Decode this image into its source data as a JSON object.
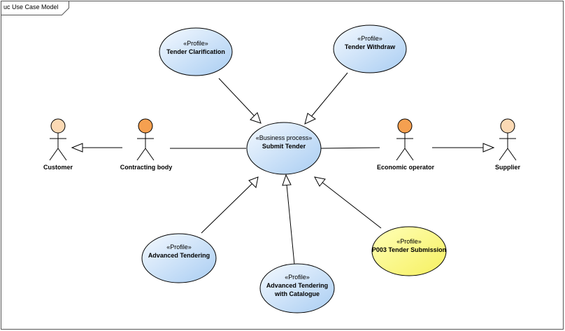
{
  "frame": {
    "label": "uc Use Case Model"
  },
  "stereotypes": {
    "profile": "«Profile»",
    "business_process": "«Business process»"
  },
  "use_cases": {
    "tender_clarification": {
      "stereotype": "«Profile»",
      "name": "Tender Clarification"
    },
    "tender_withdraw": {
      "stereotype": "«Profile»",
      "name": "Tender Withdraw"
    },
    "submit_tender": {
      "stereotype": "«Business process»",
      "name": "Submit Tender"
    },
    "advanced_tendering": {
      "stereotype": "«Profile»",
      "name": "Advanced Tendering"
    },
    "advanced_tendering_catalogue": {
      "stereotype": "«Profile»",
      "name_line1": "Advanced Tendering",
      "name_line2": "with Catalogue"
    },
    "p003_tender_submission": {
      "stereotype": "«Profile»",
      "name": "P003 Tender Submission"
    }
  },
  "actors": {
    "customer": "Customer",
    "contracting_body": "Contracting body",
    "economic_operator": "Economic operator",
    "supplier": "Supplier"
  },
  "colors": {
    "usecase_fill_light": "#eaf3fd",
    "usecase_fill_dark": "#a9cdf2",
    "highlight_fill": "#ffff88",
    "actor_head_orange": "#f5a050",
    "actor_head_peach": "#fbd9b4",
    "line": "#000000"
  }
}
